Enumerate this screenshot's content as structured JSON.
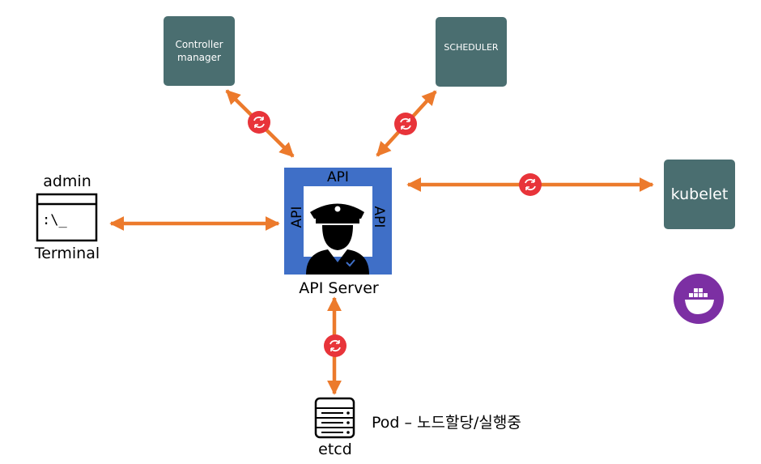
{
  "nodes": {
    "controller_manager": {
      "label_line1": "Controller",
      "label_line2": "manager"
    },
    "scheduler": {
      "label": "SCHEDULER"
    },
    "kubelet": {
      "label": "kubelet"
    },
    "api_server": {
      "top_label": "API",
      "left_label": "API",
      "right_label": "API",
      "caption": "API Server"
    },
    "terminal": {
      "title": "admin",
      "prompt": ":\\_",
      "caption": "Terminal"
    },
    "etcd": {
      "caption": "etcd"
    }
  },
  "annotation": {
    "pod_status": "Pod – 노드할당/실행중"
  },
  "colors": {
    "box_fill": "#4a6e70",
    "arrow": "#ec7a2c",
    "sync_badge": "#e8343a",
    "api_frame": "#3f6fc7",
    "docker_badge": "#7c2fa3"
  },
  "icons": [
    "sync-icon",
    "police-officer-icon",
    "terminal-icon",
    "server-rack-icon",
    "docker-whale-icon"
  ]
}
